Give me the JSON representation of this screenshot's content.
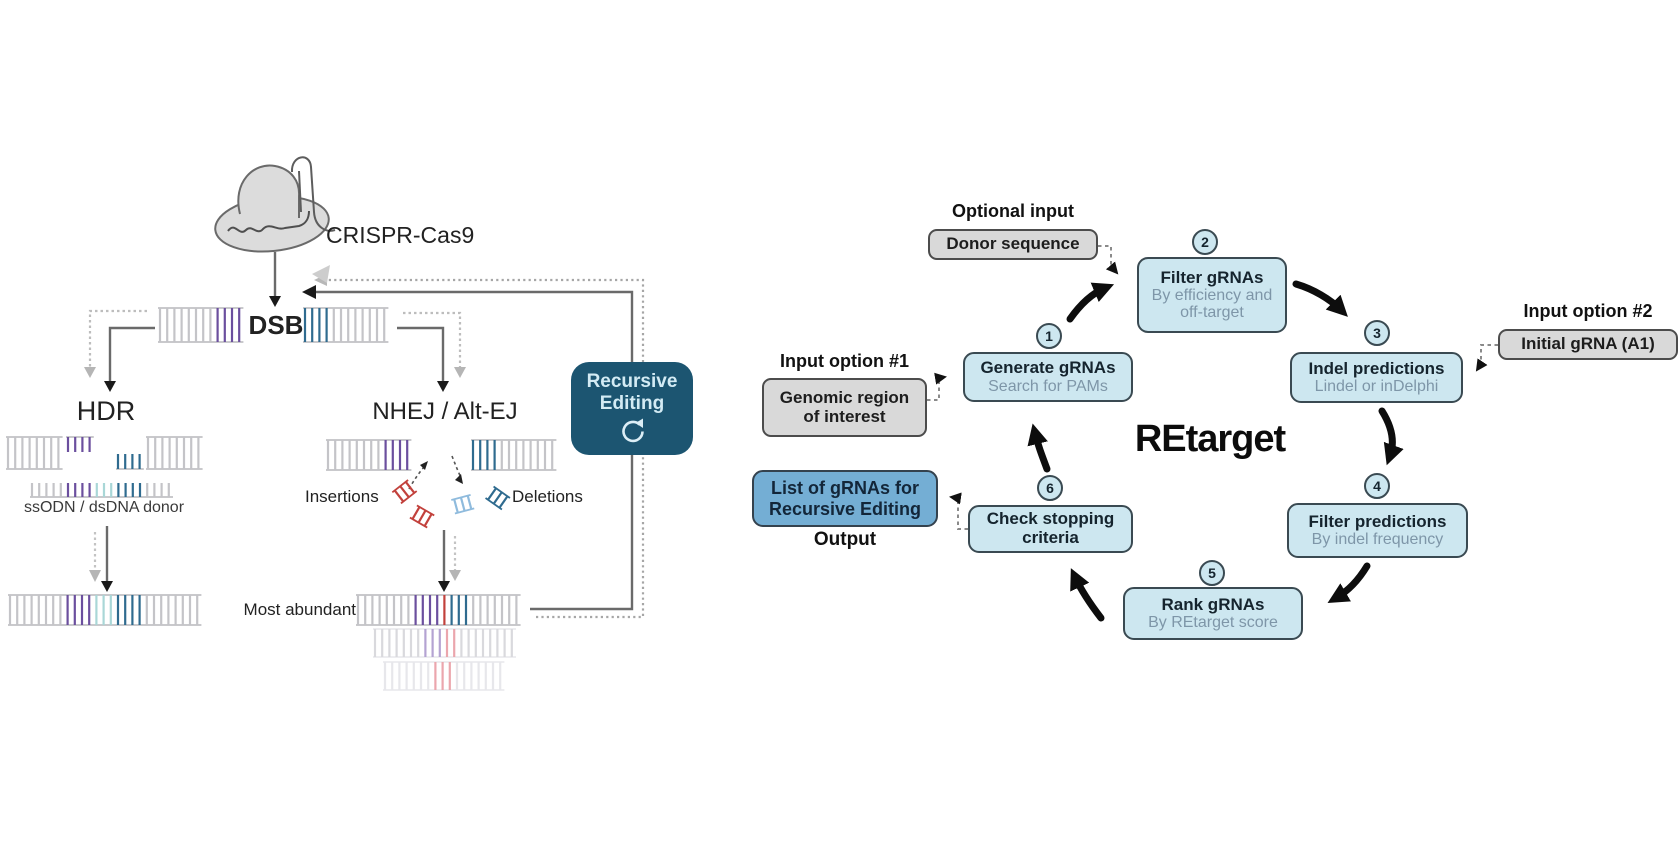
{
  "colors": {
    "step_fill": "#cde7f0",
    "step_border": "#3a4a52",
    "step_sub": "#7e96a8",
    "step_text": "#15242e",
    "gray_fill": "#d9d9d9",
    "output_fill": "#74aed4",
    "dark_teal": "#1c5571",
    "dark_teal_text": "#d3ebf4",
    "dna_gray": "#c4c4c8",
    "dna_gray_light": "#d9d9dd",
    "dna_gray_fainter": "#e7e7eb",
    "purple": "#6b4f9e",
    "purple_light": "#b4a3d2",
    "blue": "#2f6b8f",
    "teal_light": "#a9d7d7",
    "red": "#c2413c",
    "pink": "#eba6ad",
    "del_blue": "#8fbbdd",
    "arrow_black": "#1a1a1a",
    "arrow_gray": "#6a6a6a",
    "dotted_gray": "#a6a6a6"
  },
  "left": {
    "crispr_label": "CRISPR-Cas9",
    "dsb_label": "DSB",
    "recursive_box_label": "Recursive Editing",
    "hdr_label": "HDR",
    "donor_label": "ssODN / dsDNA donor",
    "nhej_label": "NHEJ / Alt-EJ",
    "insertions_label": "Insertions",
    "deletions_label": "Deletions",
    "most_abundant_label": "Most abundant"
  },
  "right": {
    "title": "REtarget",
    "inputs": [
      {
        "header": "Optional input",
        "box": "Donor sequence"
      },
      {
        "header": "Input option #1",
        "box": "Genomic region of interest"
      },
      {
        "header": "Input option #2",
        "box": "Initial gRNA (A1)"
      }
    ],
    "steps": [
      {
        "number": "1",
        "title": "Generate gRNAs",
        "subtitle": "Search for PAMs"
      },
      {
        "number": "2",
        "title": "Filter gRNAs",
        "subtitle": "By efficiency and off-target"
      },
      {
        "number": "3",
        "title": "Indel predictions",
        "subtitle": "Lindel or inDelphi"
      },
      {
        "number": "4",
        "title": "Filter predictions",
        "subtitle": "By indel frequency"
      },
      {
        "number": "5",
        "title": "Rank gRNAs",
        "subtitle": "By REtarget score"
      },
      {
        "number": "6",
        "title": "Check stopping criteria",
        "subtitle": ""
      }
    ],
    "output": {
      "box": "List of gRNAs for Recursive Editing",
      "label": "Output"
    }
  }
}
